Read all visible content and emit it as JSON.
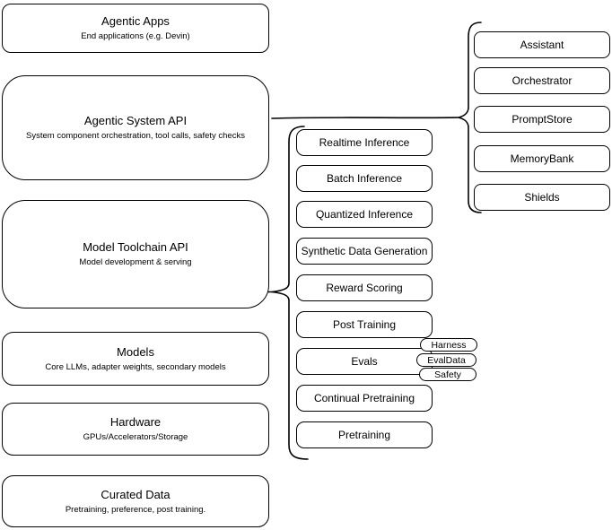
{
  "diagram": {
    "left_stack": [
      {
        "title": "Agentic Apps",
        "subtitle": "End applications (e.g. Devin)"
      },
      {
        "title": "Agentic System API",
        "subtitle": "System component orchestration, tool calls, safety checks"
      },
      {
        "title": "Model Toolchain API",
        "subtitle": "Model development & serving"
      },
      {
        "title": "Models",
        "subtitle": "Core LLMs, adapter weights, secondary models"
      },
      {
        "title": "Hardware",
        "subtitle": "GPUs/Accelerators/Storage"
      },
      {
        "title": "Curated Data",
        "subtitle": "Pretraining, preference, post training."
      }
    ],
    "toolchain": {
      "items": [
        "Realtime Inference",
        "Batch Inference",
        "Quantized Inference",
        "Synthetic Data Generation",
        "Reward Scoring",
        "Post Training",
        "Evals",
        "Continual Pretraining",
        "Pretraining"
      ],
      "eval_tags": [
        "Harness",
        "EvalData",
        "Safety"
      ]
    },
    "system_components": {
      "items": [
        "Assistant",
        "Orchestrator",
        "PromptStore",
        "MemoryBank",
        "Shields"
      ]
    },
    "colors": {
      "stroke": "#000000",
      "background": "#ffffff"
    }
  }
}
